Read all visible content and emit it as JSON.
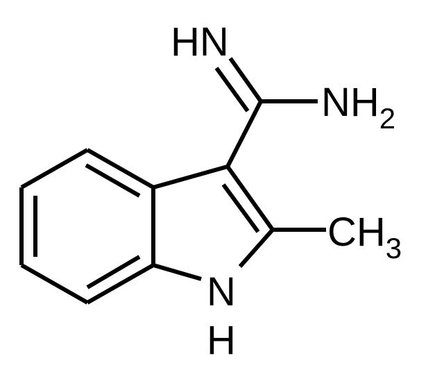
{
  "molecule": {
    "labels": {
      "imine": "HN",
      "amine_main": "NH",
      "amine_sub": "2",
      "methyl_main": "CH",
      "methyl_sub": "3",
      "ring_n": "N",
      "ring_h": "H"
    }
  }
}
